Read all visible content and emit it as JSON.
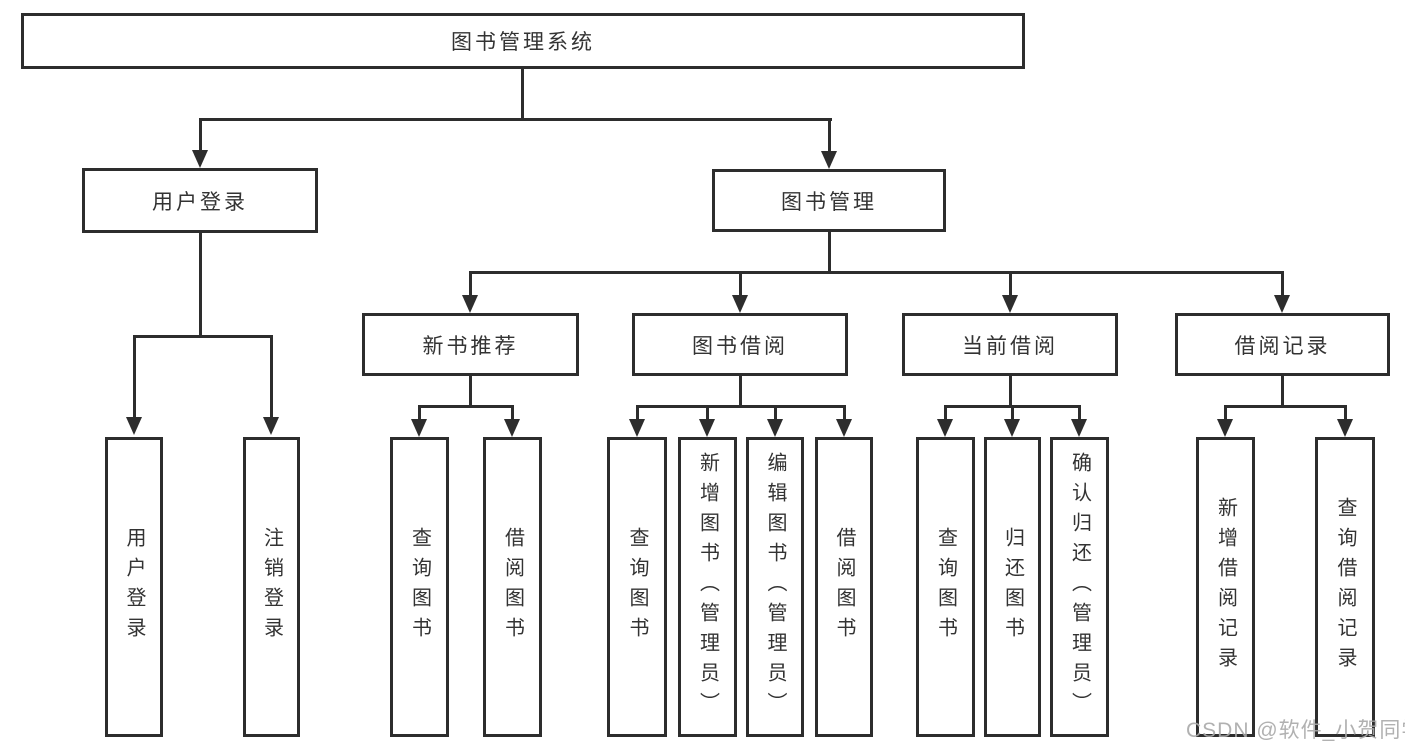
{
  "diagram": {
    "tree": {
      "label": "图书管理系统",
      "children": [
        {
          "label": "用户登录",
          "children": [
            {
              "label": "用户登录"
            },
            {
              "label": "注销登录"
            }
          ]
        },
        {
          "label": "图书管理",
          "children": [
            {
              "label": "新书推荐",
              "children": [
                {
                  "label": "查询图书"
                },
                {
                  "label": "借阅图书"
                }
              ]
            },
            {
              "label": "图书借阅",
              "children": [
                {
                  "label": "查询图书"
                },
                {
                  "label": "新增图书（管理员）"
                },
                {
                  "label": "编辑图书（管理员）"
                },
                {
                  "label": "借阅图书"
                }
              ]
            },
            {
              "label": "当前借阅",
              "children": [
                {
                  "label": "查询图书"
                },
                {
                  "label": "归还图书"
                },
                {
                  "label": "确认归还（管理员）"
                }
              ]
            },
            {
              "label": "借阅记录",
              "children": [
                {
                  "label": "新增借阅记录"
                },
                {
                  "label": "查询借阅记录"
                }
              ]
            }
          ]
        }
      ]
    },
    "colors": {
      "line": "#2d2d2d",
      "text": "#333333",
      "background": "#ffffff",
      "watermark": "#a8a8a8"
    }
  },
  "watermark": {
    "text": "CSDN @软件_小贺同学"
  }
}
